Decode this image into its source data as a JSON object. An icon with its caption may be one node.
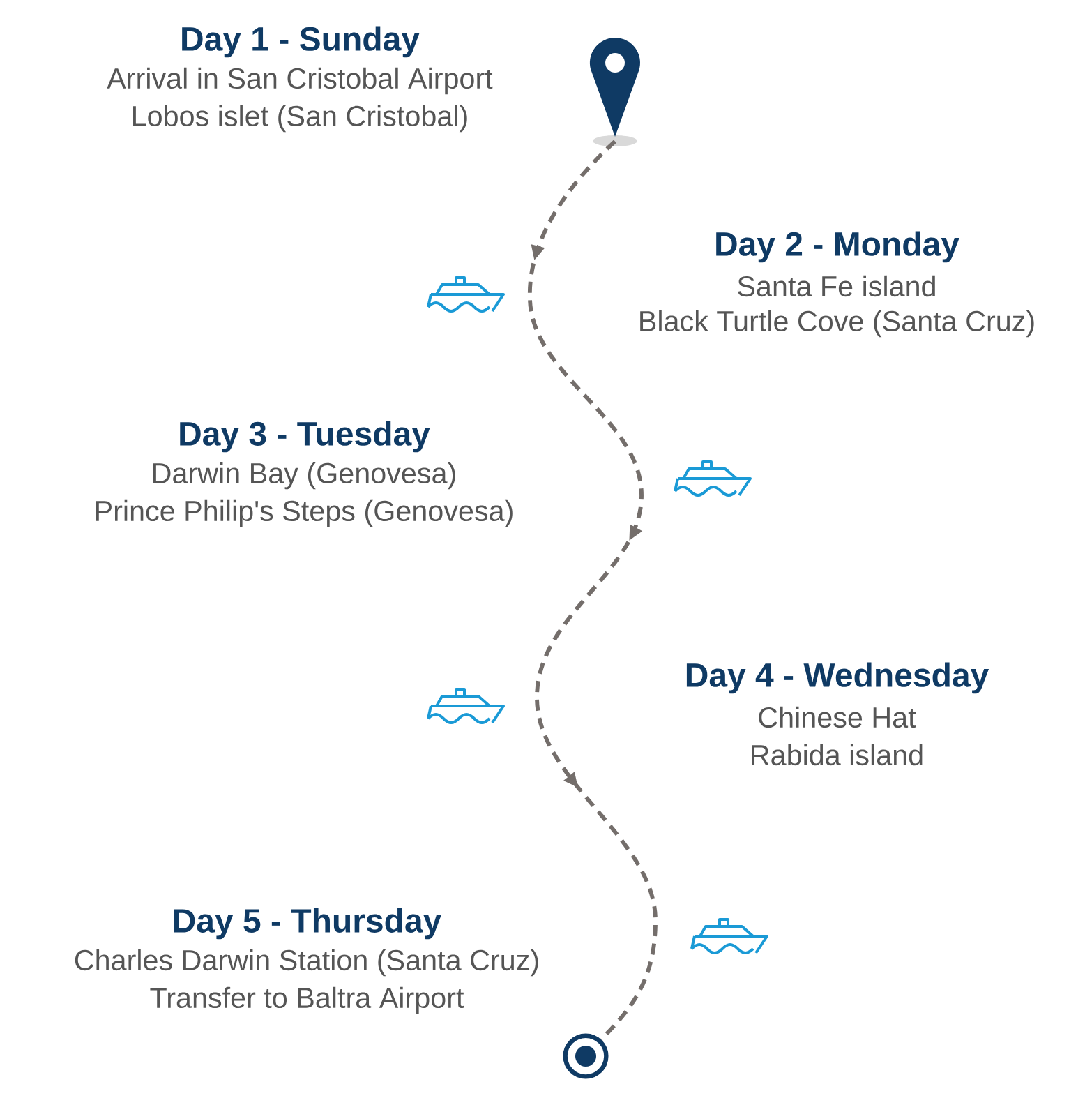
{
  "diagram": {
    "nodes": [
      {
        "text": [],
        "shape": "pin"
      },
      {
        "text": [],
        "shape": "circle"
      }
    ],
    "edges": [
      {
        "from": 0,
        "to": 1,
        "arrow": "to",
        "style": "dashed"
      }
    ],
    "labels": [
      "Day 1 - Sunday",
      "Arrival in San Cristobal Airport",
      "Lobos islet (San Cristobal)",
      "Day 2 - Monday",
      "Santa Fe island",
      "Black Turtle Cove (Santa Cruz)",
      "Day 3 - Tuesday",
      "Darwin Bay (Genovesa)",
      "Prince Philip's Steps (Genovesa)",
      "Day 4 - Wednesday",
      "Chinese Hat",
      "Rabida island",
      "Day 5 - Thursday",
      "Charles Darwin Station (Santa Cruz)",
      "Transfer to Baltra Airport"
    ]
  }
}
